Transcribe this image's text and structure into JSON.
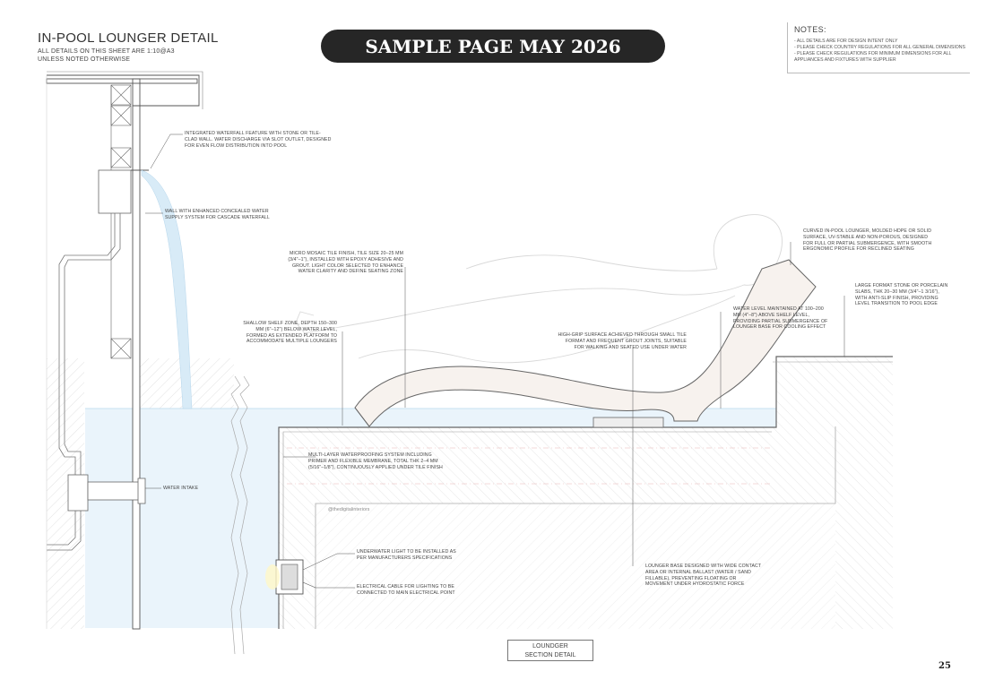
{
  "header": {
    "title": "IN-POOL LOUNGER DETAIL",
    "subtitle_line1": "ALL DETAILS ON THIS SHEET ARE 1:10@A3",
    "subtitle_line2": "UNLESS NOTED OTHERWISE",
    "banner": "SAMPLE PAGE MAY 2026"
  },
  "notes": {
    "title": "NOTES:",
    "items": [
      "- ALL DETAILS ARE FOR DESIGN INTENT ONLY",
      "- PLEASE CHECK COUNTRY REGULATIONS FOR ALL GENERAL DIMENSIONS",
      "- PLEASE CHECK REGULATIONS FOR MINIMUM DIMENSIONS FOR ALL",
      "  APPLIANCES AND FIXTURES WITH SUPPLIER"
    ]
  },
  "annotations": {
    "waterfall": [
      "INTEGRATED WATERFALL FEATURE WITH STONE OR TILE-",
      "CLAD WALL. WATER DISCHARGE VIA SLOT OUTLET, DESIGNED",
      "FOR EVEN FLOW DISTRIBUTION INTO POOL"
    ],
    "wall_supply": [
      "WALL WITH ENHANCED CONCEALED WATER",
      "SUPPLY SYSTEM FOR CASCADE WATERFALL"
    ],
    "mosaic": [
      "MICRO MOSAIC TILE FINISH, TILE SIZE 20–25 MM",
      "(3/4\"–1\"), INSTALLED WITH EPOXY ADHESIVE AND",
      "GROUT. LIGHT COLOR SELECTED TO ENHANCE",
      "WATER CLARITY AND DEFINE SEATING ZONE"
    ],
    "shelf": [
      "SHALLOW SHELF ZONE, DEPTH 150–300",
      "MM (6\"–12\") BELOW WATER LEVEL,",
      "FORMED AS EXTENDED PLATFORM TO",
      "ACCOMMODATE MULTIPLE LOUNGERS"
    ],
    "grip": [
      "HIGH-GRIP SURFACE ACHIEVED THROUGH SMALL TILE",
      "FORMAT AND FREQUENT GROUT JOINTS, SUITABLE",
      "FOR WALKING AND SEATED USE UNDER WATER"
    ],
    "water_level": [
      "WATER LEVEL MAINTAINED AT 100–200",
      "MM (4\"–8\") ABOVE SHELF LEVEL,",
      "PROVIDING PARTIAL SUBMERGENCE OF",
      "LOUNGER BASE FOR COOLING EFFECT"
    ],
    "lounger": [
      "CURVED IN-POOL LOUNGER, MOLDED HDPE OR SOLID",
      "SURFACE, UV-STABLE AND NON-POROUS, DESIGNED",
      "FOR FULL OR PARTIAL SUBMERGENCE, WITH SMOOTH",
      "ERGONOMIC PROFILE FOR RECLINED SEATING"
    ],
    "slabs": [
      "LARGE FORMAT STONE OR PORCELAIN",
      "SLABS, THK 20–30 MM (3/4\"–1 3/16\"),",
      "WITH ANTI-SLIP FINISH, PROVIDING",
      "LEVEL TRANSITION TO POOL EDGE"
    ],
    "waterproofing": [
      "MULTI-LAYER WATERPROOFING SYSTEM INCLUDING",
      "PRIMER AND FLEXIBLE MEMBRANE, TOTAL THK 2–4 MM",
      "(5/16\"–1/8\"), CONTINUOUSLY APPLIED UNDER TILE FINISH"
    ],
    "water_intake": [
      "WATER INTAKE"
    ],
    "light": [
      "UNDERWATER LIGHT TO BE INSTALLED AS",
      "PER MANUFACTURERS SPECIFICATIONS"
    ],
    "cable": [
      "ELECTRICAL CABLE FOR LIGHTING TO BE",
      "CONNECTED TO MAIN ELECTRICAL POINT"
    ],
    "base": [
      "LOUNGER BASE DESIGNED WITH WIDE CONTACT",
      "AREA OR INTERNAL BALLAST (WATER / SAND",
      "FILLABLE), PREVENTING FLOATING OR",
      "MOVEMENT UNDER HYDROSTATIC FORCE"
    ]
  },
  "watermark": "@thedigitalinteriors",
  "reference": {
    "line1": "LOUNDGER",
    "line2": "SECTION DETAIL"
  },
  "page_number": "25"
}
